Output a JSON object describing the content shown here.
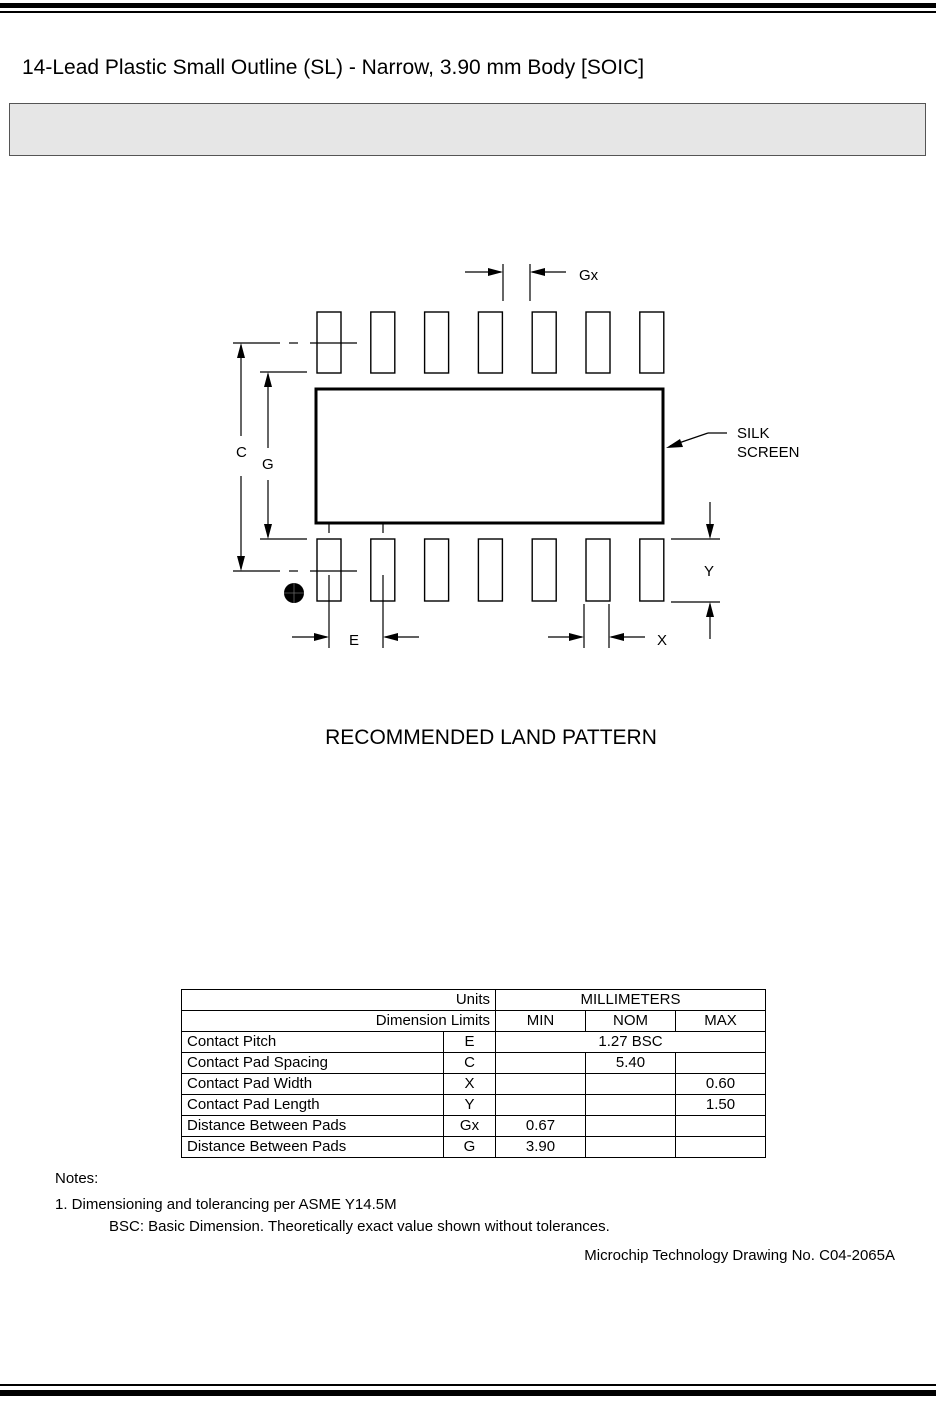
{
  "title": "14-Lead Plastic Small Outline (SL) - Narrow, 3.90 mm Body [SOIC]",
  "note_box_text": "",
  "drawing": {
    "labels": {
      "gx": "Gx",
      "c": "C",
      "g": "G",
      "silk_line1": "SILK",
      "silk_line2": "SCREEN",
      "y": "Y",
      "e": "E",
      "x": "X"
    },
    "pads_per_row": 7,
    "rows": 2
  },
  "caption": "RECOMMENDED LAND PATTERN",
  "table": {
    "units_label": "Units",
    "units_value": "MILLIMETERS",
    "limits_label": "Dimension Limits",
    "col_min": "MIN",
    "col_nom": "NOM",
    "col_max": "MAX",
    "rows": [
      {
        "name": "Contact Pitch",
        "sym": "E",
        "min": "",
        "nom": "1.27 BSC",
        "max": "",
        "span": true
      },
      {
        "name": "Contact Pad Spacing",
        "sym": "C",
        "min": "",
        "nom": "5.40",
        "max": ""
      },
      {
        "name": "Contact Pad Width",
        "sym": "X",
        "min": "",
        "nom": "",
        "max": "0.60"
      },
      {
        "name": "Contact Pad Length",
        "sym": "Y",
        "min": "",
        "nom": "",
        "max": "1.50"
      },
      {
        "name": "Distance Between Pads",
        "sym": "Gx",
        "min": "0.67",
        "nom": "",
        "max": ""
      },
      {
        "name": "Distance Between Pads",
        "sym": "G",
        "min": "3.90",
        "nom": "",
        "max": ""
      }
    ]
  },
  "notes": {
    "heading": "Notes:",
    "note1": "1. Dimensioning and tolerancing per ASME Y14.5M",
    "note1_sub": "BSC: Basic Dimension. Theoretically exact value shown without tolerances."
  },
  "drawing_number": "Microchip Technology Drawing No. C04-2065A"
}
